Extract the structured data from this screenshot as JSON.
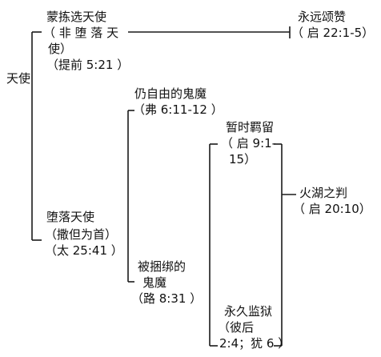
{
  "root": {
    "label": "天使"
  },
  "elect_angels": {
    "title": "蒙拣选天使",
    "note_line1": "（ 非 堕 落 天",
    "note_line2": "使）",
    "ref": "（提前 5:21 ）"
  },
  "fallen_angels": {
    "title": "堕落天使",
    "note": "（撒但为首）",
    "ref": "（太 25:41 ）"
  },
  "eternal_praise": {
    "title": "永远颂赞",
    "ref": "（ 启 22:1-5）"
  },
  "free_demons": {
    "title": "仍自由的鬼魔",
    "ref": "（弗 6:11-12 ）"
  },
  "bound_demons": {
    "title_line1": "被捆绑的",
    "title_line2": "鬼魔",
    "ref": "（路 8:31 ）"
  },
  "temporary_detention": {
    "title": "暂时羁留",
    "ref_line1": "（ 启 9:1-",
    "ref_line2": "15）"
  },
  "eternal_prison": {
    "title": "永久监狱",
    "ref_line1": "（彼后",
    "ref_line2": "2:4；犹 6 ）"
  },
  "lake_of_fire": {
    "title": "火湖之判",
    "ref": "（ 启 20:10）"
  }
}
